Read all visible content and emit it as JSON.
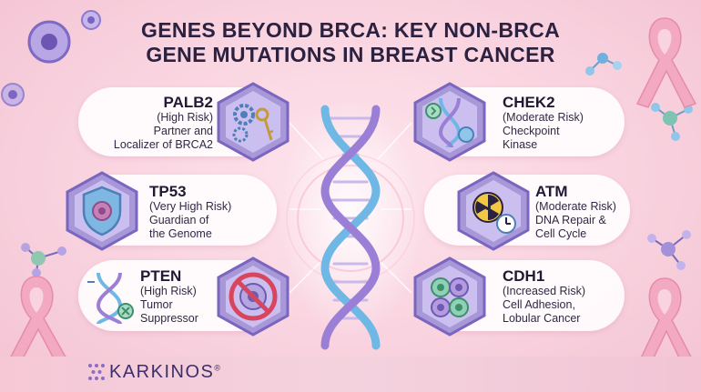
{
  "title": {
    "line1": "GENES BEYOND BRCA: KEY NON-BRCA",
    "line2": "GENE MUTATIONS IN BREAST CANCER"
  },
  "genes": [
    {
      "name": "PALB2",
      "risk": "(High Risk)",
      "desc1": "Partner and",
      "desc2": "Localizer of BRCA2",
      "icon": "gears-and-keys-icon"
    },
    {
      "name": "TP53",
      "risk": "(Very High Risk)",
      "desc1": "Guardian of",
      "desc2": "the Genome",
      "icon": "shield-cell-icon"
    },
    {
      "name": "PTEN",
      "risk": "(High Risk)",
      "desc1": "Tumor",
      "desc2": "Suppressor",
      "icon": "prohibited-cell-icon"
    },
    {
      "name": "CHEK2",
      "risk": "(Moderate Risk)",
      "desc1": "Checkpoint",
      "desc2": "Kinase",
      "icon": "dna-checkpoint-icon"
    },
    {
      "name": "ATM",
      "risk": "(Moderate Risk)",
      "desc1": "DNA Repair &",
      "desc2": "Cell Cycle",
      "icon": "radiation-clock-icon"
    },
    {
      "name": "CDH1",
      "risk": "(Increased Risk)",
      "desc1": "Cell Adhesion,",
      "desc2": "Lobular Cancer",
      "icon": "adhering-cells-icon"
    }
  ],
  "brand": {
    "name": "KARKINOS",
    "mark": "®"
  },
  "colors": {
    "accent_pink": "#f4a6bf",
    "hex_purple": "#8c7ac6",
    "dna_blue": "#6fb8e6",
    "dna_purple": "#9b7fd6",
    "brand": "#3a2f6b"
  }
}
